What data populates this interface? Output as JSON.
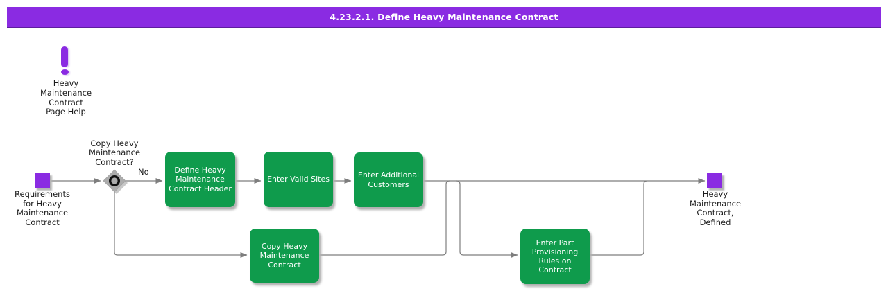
{
  "header": {
    "title": "4.23.2.1. Define Heavy Maintenance Contract"
  },
  "help_note": {
    "icon": "exclamation-icon",
    "label": "Heavy\nMaintenance\nContract\nPage Help"
  },
  "flow": {
    "start": {
      "label": "Requirements\nfor Heavy\nMaintenance\nContract"
    },
    "decision": {
      "question": "Copy Heavy\nMaintenance\nContract?",
      "no_label": "No"
    },
    "steps": [
      {
        "id": "define-contract-header",
        "label": "Define Heavy\nMaintenance\nContract Header"
      },
      {
        "id": "enter-valid-sites",
        "label": "Enter Valid Sites"
      },
      {
        "id": "enter-additional-customers",
        "label": "Enter Additional\nCustomers"
      },
      {
        "id": "copy-contract",
        "label": "Copy Heavy\nMaintenance\nContract"
      },
      {
        "id": "enter-part-provisioning",
        "label": "Enter Part\nProvisioning\nRules on\nContract"
      }
    ],
    "end": {
      "label": "Heavy\nMaintenance\nContract,\nDefined"
    }
  },
  "colors": {
    "header_purple": "#8A2BE2",
    "node_purple": "#8A2BE2",
    "task_green": "#0F9B4C",
    "connector_gray": "#7E7E7E",
    "diamond_gray": "#ACACAC",
    "text_black": "#1C1C1C",
    "task_text_white": "#FFFFFF"
  }
}
